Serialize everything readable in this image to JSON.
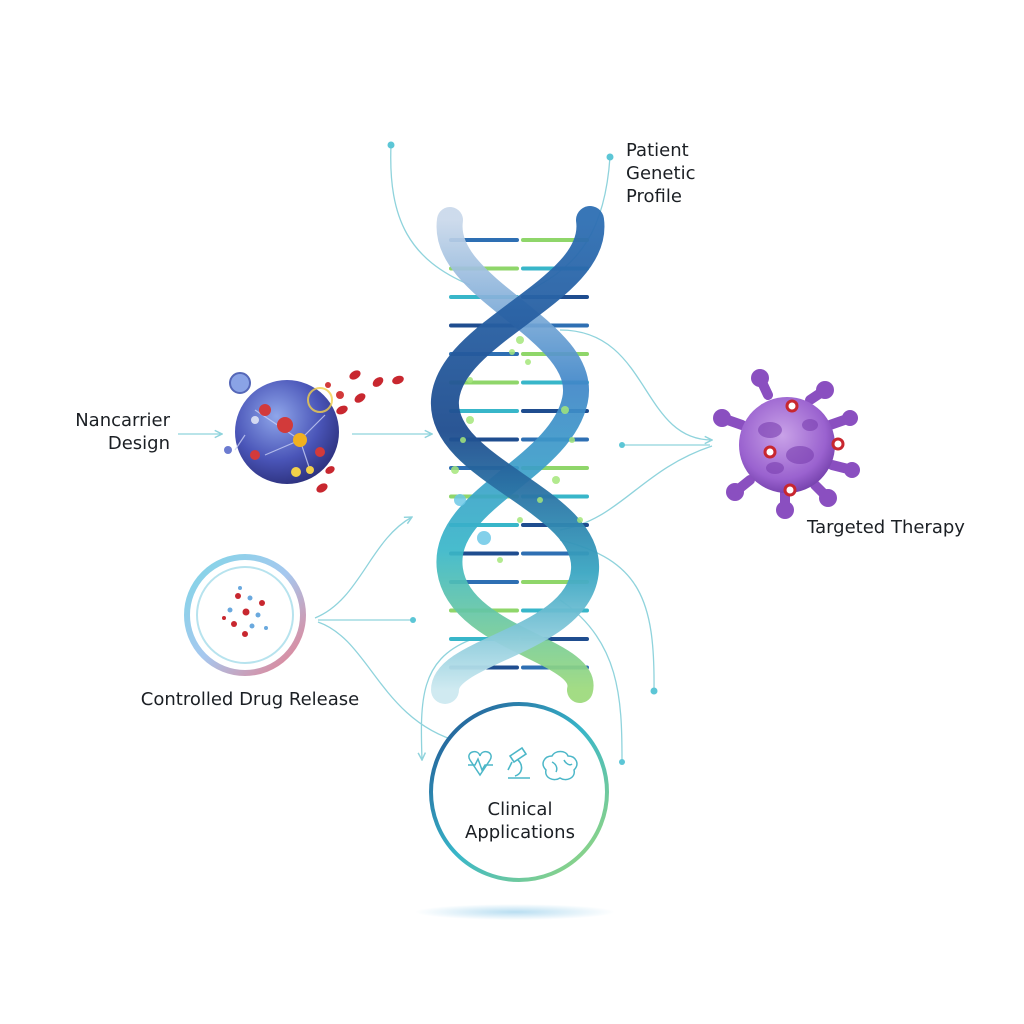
{
  "diagram": {
    "nodes": {
      "patient_genetic_profile": {
        "lines": [
          "Patient",
          "Genetic",
          "Profile"
        ]
      },
      "nanocarrier_design": {
        "lines": [
          "Nancarrier",
          "Design"
        ]
      },
      "targeted_therapy": {
        "lines": [
          "Targeted Therapy"
        ]
      },
      "controlled_drug_release": {
        "lines": [
          "Controlled Drug Release"
        ]
      },
      "clinical_applications": {
        "lines": [
          "Clinical",
          "Applications"
        ]
      }
    },
    "icons": [
      "dna-helix-icon",
      "nanoparticle-icon",
      "virus-cell-icon",
      "drug-release-ring-icon",
      "heart-icon",
      "microscope-icon",
      "brain-icon"
    ],
    "colors": {
      "connector": "#8fd3dc",
      "helix_blue": "#1f4d8f",
      "helix_teal": "#38b6c9",
      "helix_green": "#8fd66a",
      "particle": "#4a55b8",
      "red_molecule": "#c8272f",
      "cell_purple": "#8a4fc0",
      "text": "#1b1f24"
    }
  }
}
